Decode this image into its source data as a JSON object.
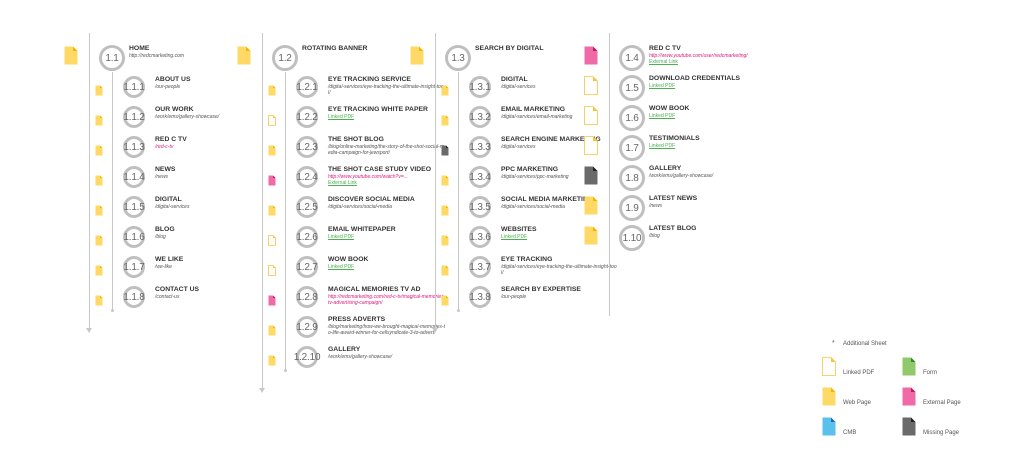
{
  "columns": [
    {
      "root": {
        "num": "1.1",
        "title": "HOME",
        "sub": "http://redcmarketing.com",
        "subColor": "normal",
        "doc": "web"
      },
      "children": [
        {
          "num": "1.1.1",
          "title": "ABOUT US",
          "sub": "/our-people",
          "subColor": "normal",
          "doc": "web"
        },
        {
          "num": "1.1.2",
          "title": "OUR WORK",
          "sub": "/work/ems/gallery-showcase/",
          "subColor": "normal",
          "doc": "web"
        },
        {
          "num": "1.1.3",
          "title": "RED C TV",
          "sub": "/red-c-tv",
          "subColor": "pink",
          "doc": "web"
        },
        {
          "num": "1.1.4",
          "title": "NEWS",
          "sub": "/news",
          "subColor": "normal",
          "doc": "web"
        },
        {
          "num": "1.1.5",
          "title": "DIGITAL",
          "sub": "/digital-services",
          "subColor": "normal",
          "doc": "web"
        },
        {
          "num": "1.1.6",
          "title": "BLOG",
          "sub": "/blog",
          "subColor": "normal",
          "doc": "web"
        },
        {
          "num": "1.1.7",
          "title": "WE LIKE",
          "sub": "/we-like",
          "subColor": "normal",
          "doc": "web"
        },
        {
          "num": "1.1.8",
          "title": "CONTACT US",
          "sub": "/contact-us",
          "subColor": "normal",
          "doc": "web"
        }
      ]
    },
    {
      "root": {
        "num": "1.2",
        "title": "ROTATING BANNER",
        "sub": "",
        "subColor": "normal",
        "doc": "web"
      },
      "children": [
        {
          "num": "1.2.1",
          "title": "EYE TRACKING SERVICE",
          "sub": "/digital-services/eye-tracking-the-ultimate-insight-tool/",
          "subColor": "normal",
          "doc": "web"
        },
        {
          "num": "1.2.2",
          "title": "EYE TRACKING WHITE PAPER",
          "sub": "Linked PDF",
          "subColor": "green",
          "doc": "pdf"
        },
        {
          "num": "1.2.3",
          "title": "THE SHOT BLOG",
          "sub": "/blog/online-marketing/the-story-of-the-shot-social-media-campaign-for-jewsport/",
          "subColor": "normal",
          "doc": "web"
        },
        {
          "num": "1.2.4",
          "title": "THE SHOT CASE STUDY VIDEO",
          "sub": "http://www.youtube.com/watch?v=...",
          "subColor": "pink",
          "sub2": "External Link",
          "doc": "external"
        },
        {
          "num": "1.2.5",
          "title": "DISCOVER SOCIAL MEDIA",
          "sub": "/digital-services/social-media",
          "subColor": "normal",
          "doc": "web"
        },
        {
          "num": "1.2.6",
          "title": "EMAIL WHITEPAPER",
          "sub": "Linked PDF",
          "subColor": "green",
          "doc": "pdf"
        },
        {
          "num": "1.2.7",
          "title": "WOW BOOK",
          "sub": "Linked PDF",
          "subColor": "green",
          "doc": "pdf"
        },
        {
          "num": "1.2.8",
          "title": "MAGICAL MEMORIES TV AD",
          "sub": "http://redcmarketing.com/red-c-tv/magical-memories-tv-advertising-campaign/",
          "subColor": "pink",
          "doc": "external"
        },
        {
          "num": "1.2.9",
          "title": "PRESS ADVERTS",
          "sub": "/blog/marketing/how-we-brought-magical-memories-to-life-award-winner-for-cellsyndicate-3-to-advert/",
          "subColor": "normal",
          "doc": "web"
        },
        {
          "num": "1.2.10",
          "title": "GALLERY",
          "sub": "/work/ems/gallery-showcase/",
          "subColor": "normal",
          "doc": "web"
        }
      ]
    },
    {
      "root": {
        "num": "1.3",
        "title": "SEARCH BY DIGITAL",
        "sub": "",
        "subColor": "normal",
        "doc": "web"
      },
      "children": [
        {
          "num": "1.3.1",
          "title": "DIGITAL",
          "sub": "/digital-services",
          "subColor": "normal",
          "doc": "web"
        },
        {
          "num": "1.3.2",
          "title": "EMAIL MARKETING",
          "sub": "/digital-services/email-marketing",
          "subColor": "normal",
          "doc": "web"
        },
        {
          "num": "1.3.3",
          "title": "SEARCH ENGINE MARKETING",
          "sub": "/digital-services",
          "subColor": "normal",
          "doc": "missing"
        },
        {
          "num": "1.3.4",
          "title": "PPC MARKETING",
          "sub": "/digital-services/ppc-marketing",
          "subColor": "normal",
          "doc": "web"
        },
        {
          "num": "1.3.5",
          "title": "SOCIAL MEDIA MARKETING",
          "sub": "/digital-services/social-media",
          "subColor": "normal",
          "doc": "web"
        },
        {
          "num": "1.3.6",
          "title": "WEBSITES",
          "sub": "Linked PDF",
          "subColor": "green",
          "doc": "web"
        },
        {
          "num": "1.3.7",
          "title": "EYE TRACKING",
          "sub": "/digital-services/eye-tracking-the-ultimate-insight-tool/",
          "subColor": "normal",
          "doc": "web"
        },
        {
          "num": "1.3.8",
          "title": "SEARCH BY EXPERTISE",
          "sub": "/our-people",
          "subColor": "normal",
          "doc": "web"
        }
      ]
    },
    {
      "root": null,
      "children": [
        {
          "num": "1.4",
          "title": "RED C TV",
          "sub": "http://www.youtube.com/user/redcmarketing/",
          "subColor": "pink",
          "sub2": "External Link",
          "doc": "external"
        },
        {
          "num": "1.5",
          "title": "DOWNLOAD CREDENTIALS",
          "sub": "Linked PDF",
          "subColor": "green",
          "doc": "pdf"
        },
        {
          "num": "1.6",
          "title": "WOW BOOK",
          "sub": "Linked PDF",
          "subColor": "green",
          "doc": "pdf"
        },
        {
          "num": "1.7",
          "title": "TESTIMONIALS",
          "sub": "Linked PDF",
          "subColor": "green",
          "doc": "pdf"
        },
        {
          "num": "1.8",
          "title": "GALLERY",
          "sub": "/work/ems/gallery-showcase/",
          "subColor": "normal",
          "doc": "missing"
        },
        {
          "num": "1.9",
          "title": "LATEST NEWS",
          "sub": "/news",
          "subColor": "normal",
          "doc": "web"
        },
        {
          "num": "1.10",
          "title": "LATEST BLOG",
          "sub": "/blog",
          "subColor": "normal",
          "doc": "web"
        }
      ]
    }
  ],
  "legend": {
    "additional_sheet": "Additional Sheet",
    "items": [
      {
        "label": "Linked PDF",
        "type": "pdf"
      },
      {
        "label": "Form",
        "type": "form"
      },
      {
        "label": "Web Page",
        "type": "web"
      },
      {
        "label": "External Page",
        "type": "external"
      },
      {
        "label": "CMB",
        "type": "cmb"
      },
      {
        "label": "Missing Page",
        "type": "missing"
      }
    ]
  },
  "doc_colors": {
    "web": "#ffd966",
    "pdf": "#ffffff",
    "external": "#f06aa8",
    "missing": "#6a6a6a",
    "form": "#8fc96b",
    "cmb": "#5bc0eb"
  }
}
